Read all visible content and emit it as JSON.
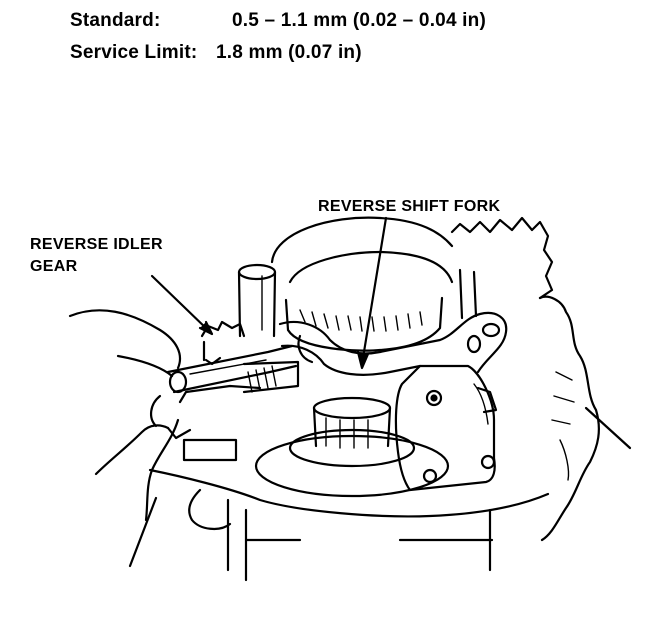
{
  "specs": {
    "standard_label": "Standard:",
    "standard_value": "0.5 – 1.1 mm (0.02 – 0.04 in)",
    "service_limit_label": "Service Limit:",
    "service_limit_value": "1.8 mm (0.07 in)"
  },
  "callouts": {
    "reverse_shift_fork": "REVERSE SHIFT FORK",
    "reverse_idler_gear_line1": "REVERSE IDLER",
    "reverse_idler_gear_line2": "GEAR"
  }
}
